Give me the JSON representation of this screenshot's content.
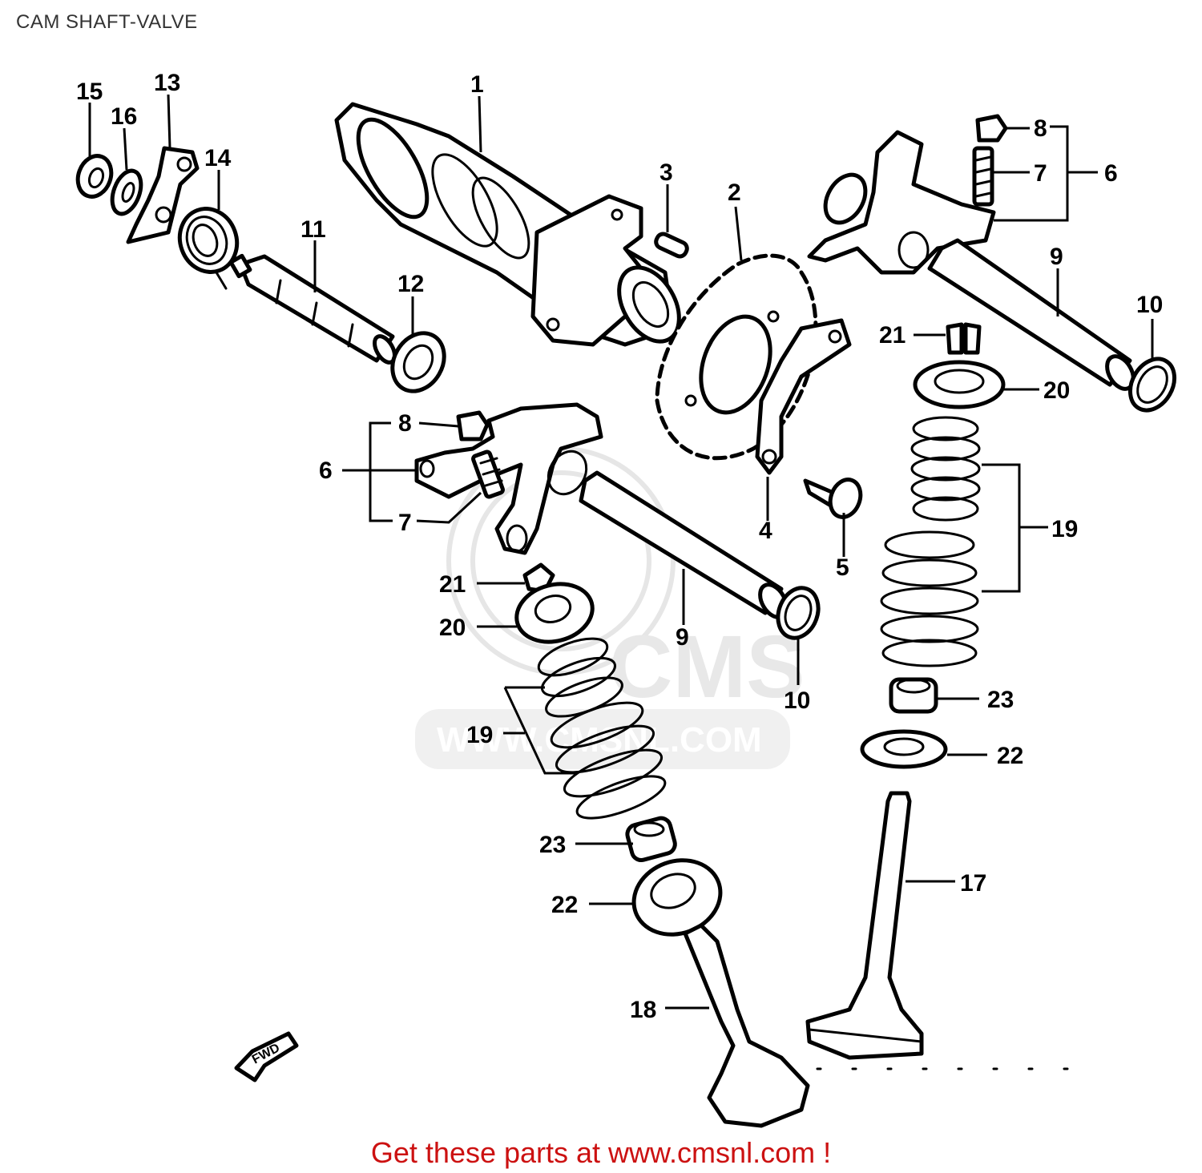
{
  "title": "CAM SHAFT-VALVE",
  "footer": {
    "text": "Get these parts at www.cmsnl.com !",
    "color": "#cc1111"
  },
  "watermark": {
    "logo_text": "CMS",
    "url_text": "WWW.CMSNL.COM",
    "color": "#e6e6e6"
  },
  "fwd_marker": "FWD",
  "callouts": {
    "c1": "1",
    "c2": "2",
    "c3": "3",
    "c4": "4",
    "c5": "5",
    "c6a": "6",
    "c6b": "6",
    "c7a": "7",
    "c7b": "7",
    "c8a": "8",
    "c8b": "8",
    "c9a": "9",
    "c9b": "9",
    "c10a": "10",
    "c10b": "10",
    "c11": "11",
    "c12": "12",
    "c13": "13",
    "c14": "14",
    "c15": "15",
    "c16": "16",
    "c17": "17",
    "c18": "18",
    "c19a": "19",
    "c19b": "19",
    "c20a": "20",
    "c20b": "20",
    "c21a": "21",
    "c21b": "21",
    "c22a": "22",
    "c22b": "22",
    "c23a": "23",
    "c23b": "23"
  }
}
